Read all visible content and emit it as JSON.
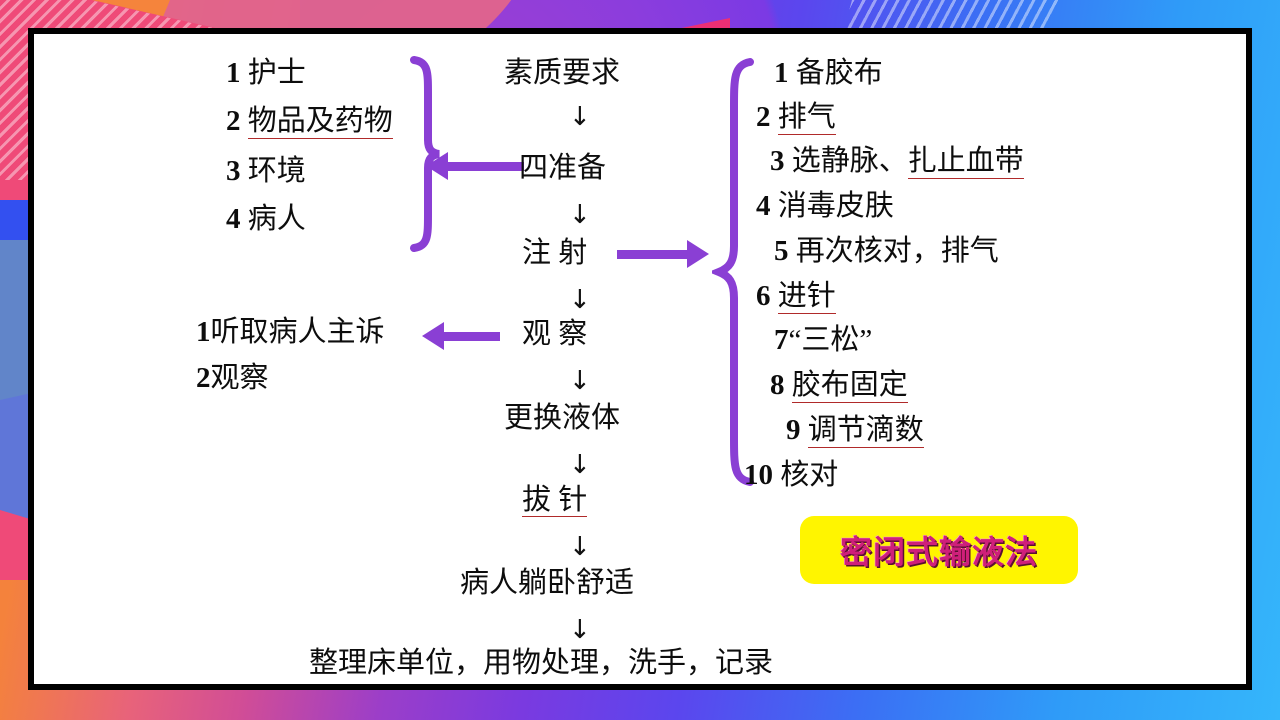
{
  "slide": {
    "title_badge": "密闭式输液法",
    "accent_purple": "#8a3fd4",
    "underline_red": "#b02a2a",
    "badge_bg": "#fff500",
    "badge_fg": "#cf1f7a",
    "border_color": "#000000",
    "canvas_bg": "#ffffff"
  },
  "center_flow": {
    "nodes": [
      {
        "label": "素质要求",
        "underlined": false
      },
      {
        "label": "四准备",
        "underlined": false
      },
      {
        "label": "注 射",
        "underlined": false
      },
      {
        "label": "观 察",
        "underlined": false
      },
      {
        "label": "更换液体",
        "underlined": false
      },
      {
        "label": "拔 针",
        "underlined": true
      },
      {
        "label": "病人躺卧舒适",
        "underlined": false
      },
      {
        "label": "整理床单位，用物处理，洗手，记录",
        "underlined": false
      }
    ],
    "arrow_glyph": "↓"
  },
  "prepare_list": {
    "items": [
      {
        "num": "1",
        "text": "护士",
        "underlined": false
      },
      {
        "num": "2",
        "text": "物品及药物",
        "underlined": true
      },
      {
        "num": "3",
        "text": "环境",
        "underlined": false
      },
      {
        "num": "4",
        "text": "病人",
        "underlined": false
      }
    ]
  },
  "observe_list": {
    "items": [
      {
        "num": "1",
        "text": "听取病人主诉",
        "underlined": false
      },
      {
        "num": "2",
        "text": "观察",
        "underlined": false
      }
    ]
  },
  "injection_list": {
    "items": [
      {
        "num": "1",
        "text": "备胶布",
        "underlined": false
      },
      {
        "num": "2",
        "text": "排气",
        "underlined": true
      },
      {
        "num": "3",
        "text": "选静脉、",
        "text2": "扎止血带",
        "underlined": true
      },
      {
        "num": "4",
        "text": "消毒皮肤",
        "underlined": false
      },
      {
        "num": "5",
        "text": "再次核对，排气",
        "underlined": false
      },
      {
        "num": "6",
        "text": "进针",
        "underlined": true
      },
      {
        "num": "7",
        "text": "“三松”",
        "underlined": false
      },
      {
        "num": "8",
        "text": "胶布固定",
        "underlined": true
      },
      {
        "num": "9",
        "text": "调节滴数",
        "underlined": true
      },
      {
        "num": "10",
        "text": "核对",
        "underlined": false
      }
    ]
  },
  "connectors": {
    "prepare_arrow_direction": "left",
    "observe_arrow_direction": "left",
    "injection_arrow_direction": "right"
  }
}
